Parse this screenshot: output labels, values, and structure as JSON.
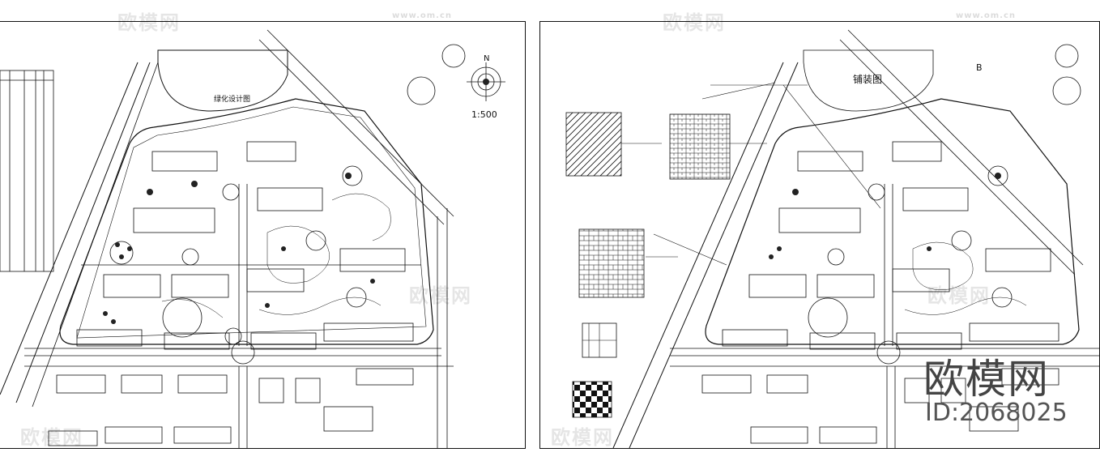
{
  "left_sheet": {
    "title": "绿化设计图",
    "scale": "1:500",
    "north": "N"
  },
  "right_sheet": {
    "title": "铺装图",
    "grid_label": "B"
  },
  "watermark": {
    "brand": "欧模网",
    "url": "www.om.cn",
    "id_text": "ID:2068025"
  }
}
